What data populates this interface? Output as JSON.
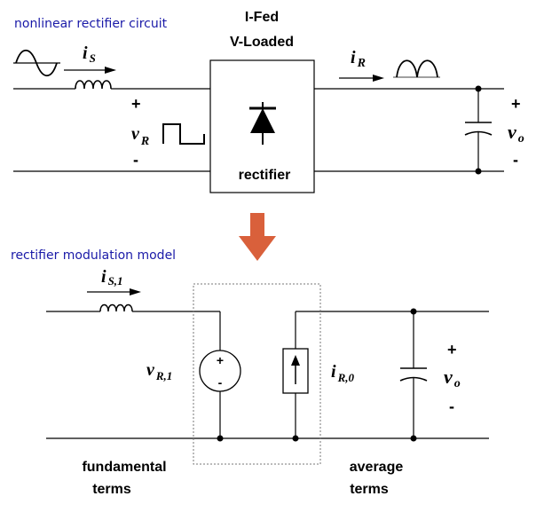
{
  "top": {
    "heading": "nonlinear rectifier circuit",
    "box_title_line1": "I-Fed",
    "box_title_line2": "V-Loaded",
    "box_label": "rectifier",
    "i_s_main": "i",
    "i_s_sub": "S",
    "v_r_main": "v",
    "v_r_sub": "R",
    "i_r_main": "i",
    "i_r_sub": "R",
    "v_o_main": "v",
    "v_o_sub": "o",
    "plus": "+",
    "minus": "-"
  },
  "bottom": {
    "heading": "rectifier modulation model",
    "i_s1_main": "i",
    "i_s1_sub": "S,1",
    "v_r1_main": "v",
    "v_r1_sub": "R,1",
    "i_r0_main": "i",
    "i_r0_sub": "R,0",
    "v_o_main": "v",
    "v_o_sub": "o",
    "plus": "+",
    "minus": "-",
    "fundamental_line1": "fundamental",
    "fundamental_line2": "terms",
    "average_line1": "average",
    "average_line2": "terms"
  },
  "colors": {
    "heading": "#1a1aa8",
    "arrow": "#d9603b"
  }
}
